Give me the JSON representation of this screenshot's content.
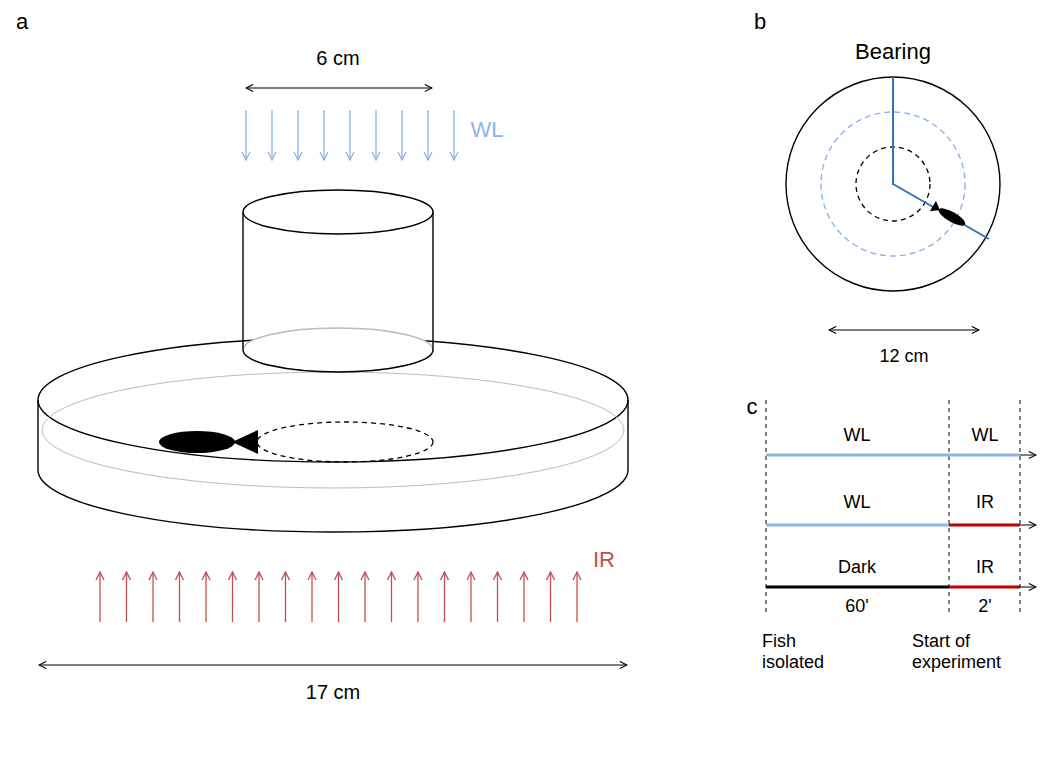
{
  "diagram": {
    "labels": [
      "a",
      "6 cm",
      "WL",
      "IR",
      "17 cm",
      "b",
      "Bearing",
      "12 cm",
      "c",
      "WL",
      "WL",
      "WL",
      "IR",
      "Dark",
      "IR",
      "60'",
      "2'",
      "Fish isolated",
      "Start of experiment"
    ]
  }
}
